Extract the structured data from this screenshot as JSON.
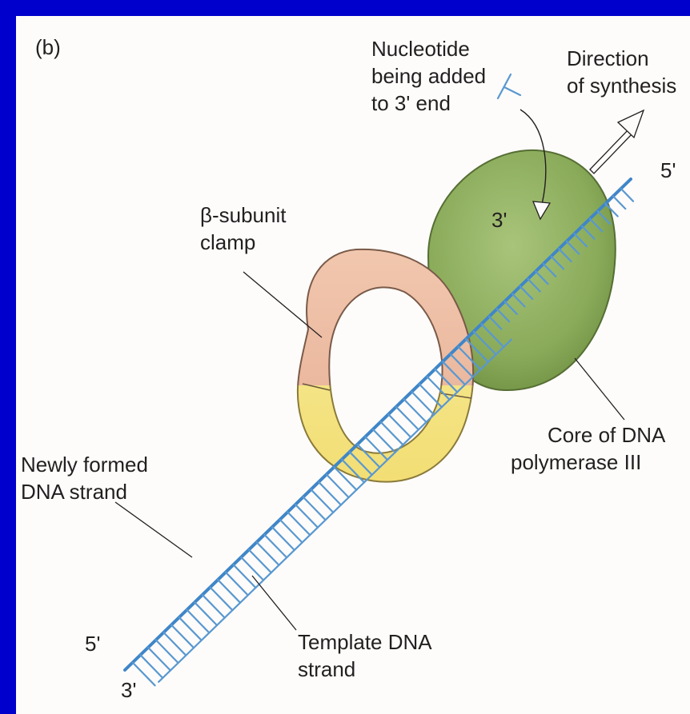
{
  "figure": {
    "panel_label": "(b)",
    "labels": {
      "nucleotide": [
        "Nucleotide",
        "being added",
        "to 3' end"
      ],
      "direction": [
        "Direction",
        "of synthesis"
      ],
      "clamp": [
        "β-subunit",
        "clamp"
      ],
      "core": [
        "Core of DNA",
        "polymerase III"
      ],
      "new_strand": [
        "Newly formed",
        "DNA strand"
      ],
      "template": [
        "Template DNA",
        "strand"
      ],
      "end_5_top": "5'",
      "end_3_polymerase": "3'",
      "end_5_bottom": "5'",
      "end_3_bottom": "3'"
    }
  },
  "colors": {
    "frame": "#0000cc",
    "paper": "#fdfcfa",
    "dna": "#3f86c8",
    "polymerase": "#8fb05f",
    "clamp_top": "#efbfa4",
    "clamp_bottom": "#f6e78a",
    "text": "#231f20"
  }
}
